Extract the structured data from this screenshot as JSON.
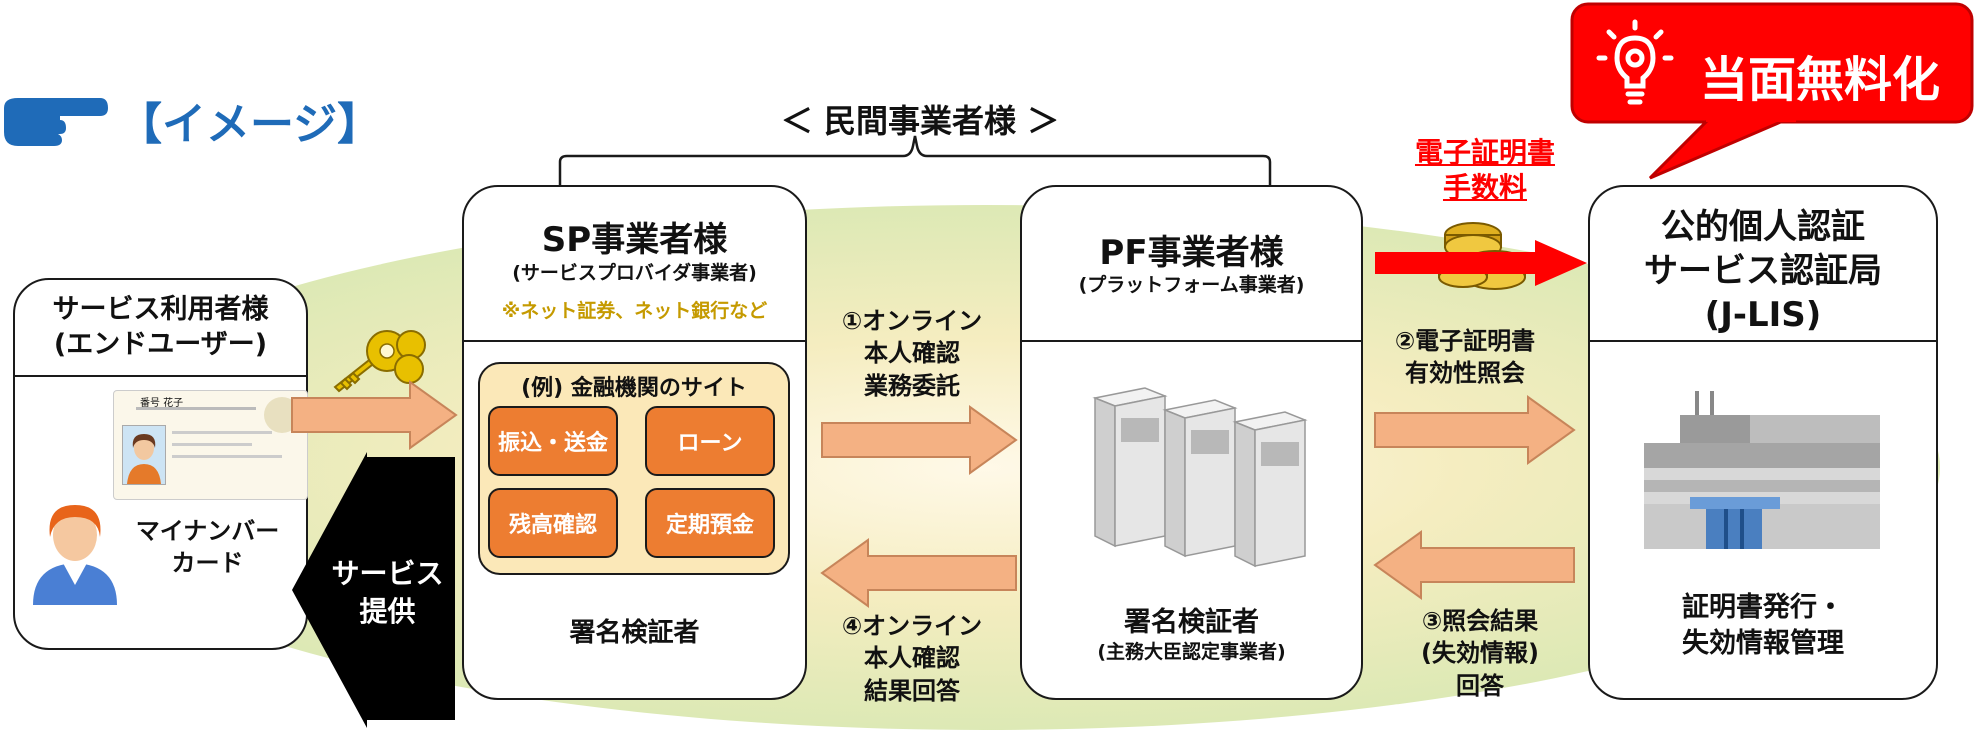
{
  "header": {
    "image_label": "【イメージ】",
    "private_operators": "＜ 民間事業者様 ＞",
    "free_badge": "当面無料化"
  },
  "fee": {
    "line1": "電子証明書",
    "line2": "手数料"
  },
  "user_box": {
    "title_line1": "サービス利用者様",
    "title_line2": "(エンドユーザー)",
    "card_label_line1": "マイナンバー",
    "card_label_line2": "カード",
    "card_name": "番号 花子"
  },
  "service_arrow": {
    "line1": "サービス",
    "line2": "提供"
  },
  "sp_box": {
    "title": "SP事業者様",
    "subtitle": "(サービスプロバイダ事業者)",
    "note": "※ネット証券、ネット銀行など",
    "example_title": "(例) 金融機関のサイト",
    "services": [
      "振込・送金",
      "ローン",
      "残高確認",
      "定期預金"
    ],
    "footer": "署名検証者"
  },
  "pf_box": {
    "title": "PF事業者様",
    "subtitle": "(プラットフォーム事業者)",
    "footer_line1": "署名検証者",
    "footer_line2": "(主務大臣認定事業者)"
  },
  "jlis_box": {
    "title_line1": "公的個人認証",
    "title_line2": "サービス認証局",
    "title_line3": "(J-LIS)",
    "footer_line1": "証明書発行・",
    "footer_line2": "失効情報管理"
  },
  "steps": {
    "step1": [
      "①オンライン",
      "本人確認",
      "業務委託"
    ],
    "step2": [
      "②電子証明書",
      "有効性照会"
    ],
    "step3": [
      "③照会結果",
      "(失効情報)",
      "回答"
    ],
    "step4": [
      "④オンライン",
      "本人確認",
      "結果回答"
    ]
  },
  "colors": {
    "orange": "#ed7d31",
    "peach_arrow": "#f4b183",
    "red": "#ff0000",
    "blue_label": "#1f6bb8",
    "note_gold": "#c59a00"
  }
}
